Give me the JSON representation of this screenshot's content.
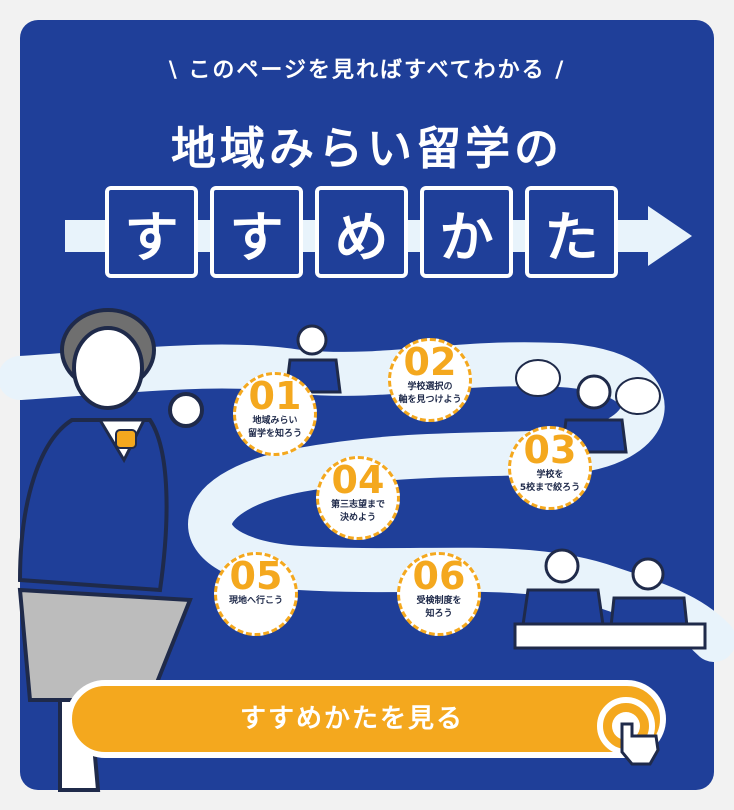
{
  "banner": {
    "tagline": "\\ このページを見ればすべてわかる /",
    "title": "地域みらい留学の",
    "title_chars": [
      "す",
      "す",
      "め",
      "か",
      "た"
    ]
  },
  "steps": [
    {
      "number": "01",
      "text": "地域みらい\n留学を知ろう"
    },
    {
      "number": "02",
      "text": "学校選択の\n軸を見つけよう"
    },
    {
      "number": "03",
      "text": "学校を\n5校まで絞ろう"
    },
    {
      "number": "04",
      "text": "第三志望まで\n決めよう"
    },
    {
      "number": "05",
      "text": "現地へ行こう"
    },
    {
      "number": "06",
      "text": "受検制度を\n知ろう"
    }
  ],
  "cta": {
    "label": "すすめかたを見る"
  },
  "colors": {
    "background": "#1f3f99",
    "accent": "#f4a81e",
    "road": "#e8f3fb"
  }
}
